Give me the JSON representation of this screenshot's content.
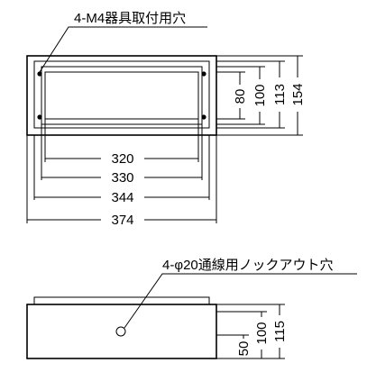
{
  "front_view": {
    "hole_label": "4-M4器具取付用穴",
    "widths": [
      "320",
      "330",
      "344",
      "374"
    ],
    "heights": [
      "80",
      "100",
      "113",
      "154"
    ]
  },
  "side_view": {
    "knockout_label": "4-φ20通線用ノックアウト穴",
    "heights": [
      "50",
      "100",
      "115"
    ]
  }
}
